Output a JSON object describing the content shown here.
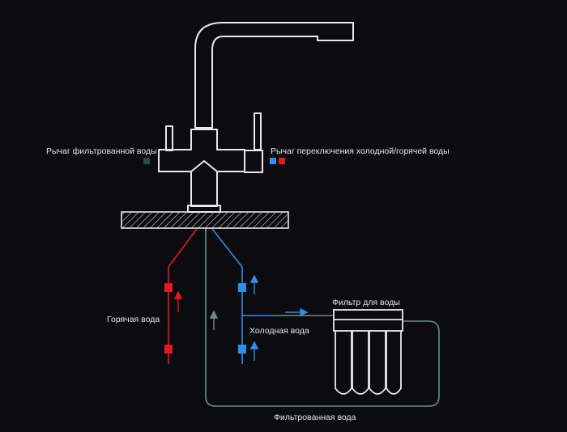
{
  "labels": {
    "filtered_lever": "Рычаг фильтрованной воды",
    "hot_cold_lever": "Рычаг переключения холодной/горячей воды",
    "hot_water": "Горячая вода",
    "cold_water": "Холодная вода",
    "water_filter": "Фильтр для воды",
    "filtered_water": "Фильтрованная вода"
  },
  "colors": {
    "background": "#0c0b10",
    "outline": "#e8e8e8",
    "hot": "#e01b24",
    "cold": "#2f8fe6",
    "filtered": "#6d8d80"
  }
}
